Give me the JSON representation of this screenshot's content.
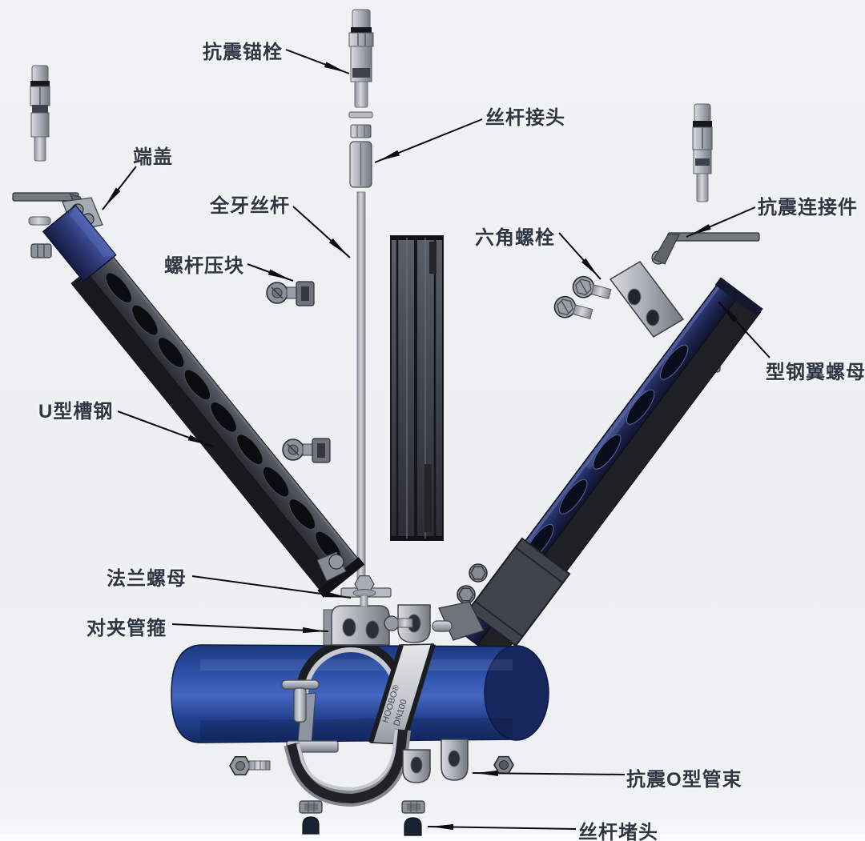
{
  "diagram": {
    "labels": [
      {
        "id": "seismic-anchor-bolt",
        "text": "抗震锚栓"
      },
      {
        "id": "rod-coupler",
        "text": "丝杆接头"
      },
      {
        "id": "end-cap",
        "text": "端盖"
      },
      {
        "id": "full-thread-rod",
        "text": "全牙丝杆"
      },
      {
        "id": "rod-clamp-block",
        "text": "螺杆压块"
      },
      {
        "id": "hex-bolt",
        "text": "六角螺栓"
      },
      {
        "id": "seismic-connector",
        "text": "抗震连接件"
      },
      {
        "id": "channel-wing-nut",
        "text": "型钢翼螺母"
      },
      {
        "id": "u-channel-steel",
        "text": "U型槽钢"
      },
      {
        "id": "flange-nut",
        "text": "法兰螺母"
      },
      {
        "id": "pipe-clamp",
        "text": "对夹管箍"
      },
      {
        "id": "seismic-o-clamp",
        "text": "抗震O型管束"
      },
      {
        "id": "rod-plug",
        "text": "丝杆堵头"
      }
    ],
    "marking": {
      "line1": "HOOBO®",
      "line2": "DN100"
    },
    "colors": {
      "background": "#eef0f2",
      "label_text": "#2e3644",
      "arrow": "#0c0d10",
      "pipe_blue": "#2c4da3",
      "channel_dark": "#33363c",
      "cap_blue": "#2a3570",
      "metal_gray": "#a8adb5"
    }
  }
}
